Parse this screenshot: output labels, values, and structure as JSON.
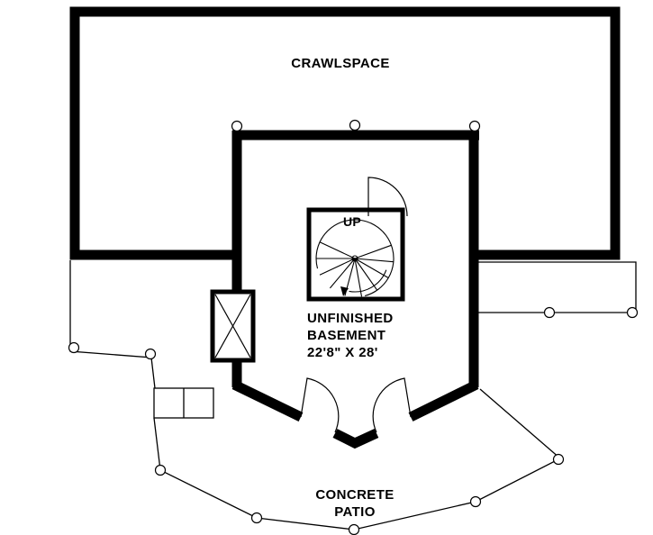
{
  "labels": {
    "crawlspace": "CRAWLSPACE",
    "stair_direction": "UP",
    "basement_line1": "UNFINISHED",
    "basement_line2": "BASEMENT",
    "basement_dimensions": "22'8\" X 28'",
    "patio_line1": "CONCRETE",
    "patio_line2": "PATIO"
  },
  "colors": {
    "line": "#000000",
    "background": "#ffffff"
  }
}
